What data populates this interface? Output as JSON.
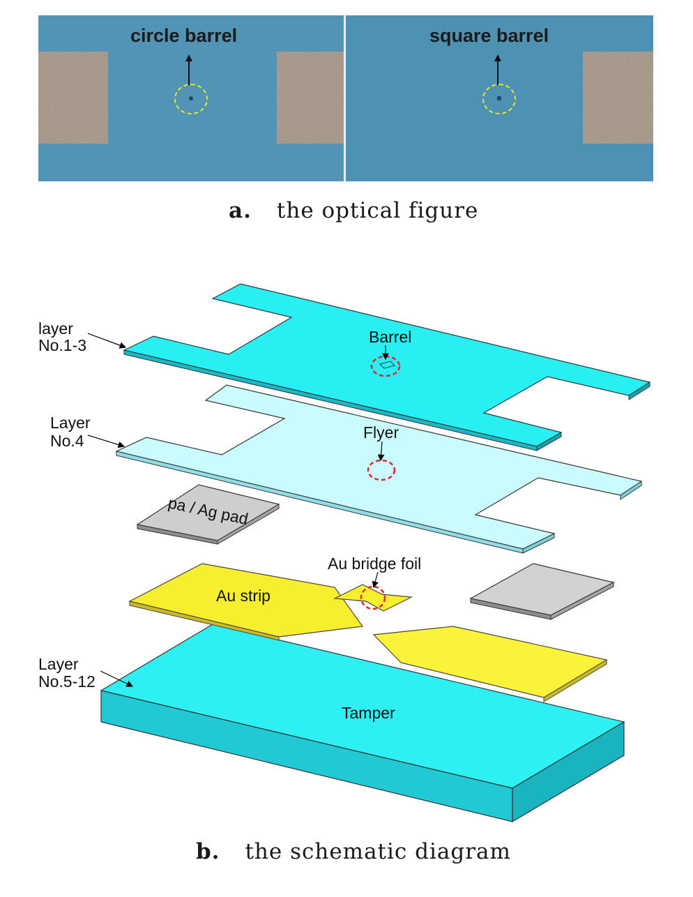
{
  "figure_a": {
    "left_label": "circle barrel",
    "right_label": "square barrel",
    "caption_letter": "a.",
    "caption_text": "the optical figure"
  },
  "figure_b": {
    "labels": {
      "layer_1_3_line1": "layer",
      "layer_1_3_line2": "No.1-3",
      "layer_4_line1": "Layer",
      "layer_4_line2": "No.4",
      "layer_5_12_line1": "Layer",
      "layer_5_12_line2": "No.5-12",
      "barrel": "Barrel",
      "flyer": "Flyer",
      "pad": "pa / Ag pad",
      "au_bridge_foil": "Au bridge foil",
      "au_strip": "Au strip",
      "tamper": "Tamper"
    },
    "caption_letter": "b.",
    "caption_text": "the schematic diagram"
  },
  "colors": {
    "photo_blue": "#5194b5",
    "layer_cyan": "#28f0f2",
    "flyer_light": "#c9fbff",
    "gold": "#f7ef2e",
    "pad_grey": "#c9c9c9",
    "dashed_red": "#e0242c"
  }
}
